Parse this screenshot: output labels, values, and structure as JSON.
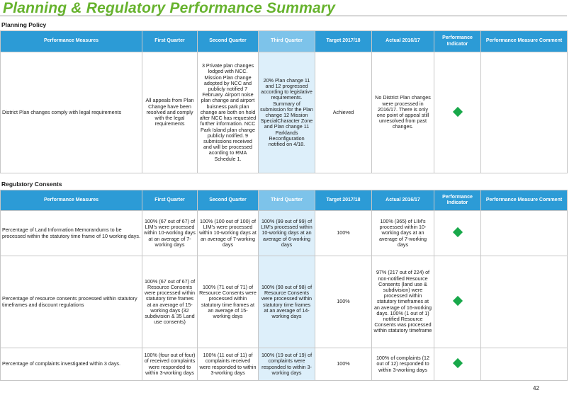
{
  "title": "Planning & Regulatory Performance Summary",
  "columns": [
    "Performance Measures",
    "First Quarter",
    "Second Quarter",
    "Third Quarter",
    "Target 2017/18",
    "Actual 2016/17",
    "Performance Indicator",
    "Performance Measure Comment"
  ],
  "planning": {
    "heading": "Planning Policy",
    "row": {
      "measure": "District Plan changes comply with legal requirements",
      "q1": "All appeals from Plan Change have been resolved and comply with the legal requirements",
      "q2": "3 Private plan changes lodged with NCC. Mission Plan change adopted by NCC and publicly notified 7 February. Airport noise plan change and airport buisness park plan change are both on hold after NCC has requested further information. NCC Park Island plan change publicly notified. 9 submissions received and will be processed acording to RMA Schedule 1.",
      "q3": "20% Plan change 11 and 12 progressed according to legislative requirements. Summary of submission for the Plan change 12 Mission SpecialCharacter Zone and Plan change 11 Parklands Reconfiguration notified on 4/18.",
      "target": "Achieved",
      "actual": "No District Plan changes were processed in 2016/17. There is only one point of appeal still unresolved from past changes.",
      "indicator": "green-diamond-icon",
      "comment": ""
    }
  },
  "regulatory": {
    "heading": "Regulatory Consents",
    "rows": [
      {
        "measure": "Percentage of Land Information Memorandums to be processed within the statutory time frame of 10 working days.",
        "q1": "100% (67 out of 67) of LIM's were processed within 10-working days at an average of 7-working days",
        "q2": "100% (100 out of 100) of LIM's were processed within 10-working days at an average of 7-working days",
        "q3": "100% (99 out of 99) of LIM's processed within 10-working days at an average of 6-working days",
        "target": "100%",
        "actual": "100% (365) of LIM's processed within 10-working days at an average of 7-working days",
        "indicator": "green-diamond-icon",
        "comment": ""
      },
      {
        "measure": "Percentage of resource consents processed within statutory timeframes and discount regulations",
        "q1": "100% (67 out of 67) of Resource Consents were processed within statutory time frames at an average of 15-working days (32 subdivision & 35 Land use consents)",
        "q2": "100% (71 out of 71) of Resource Consents were processed within statutory time frames at an average of 15-working days",
        "q3": "100% (98 out of 98) of Resource Consents were processed within statutory time frames at an average of 14-working days",
        "target": "100%",
        "actual": "97% (217 out of 224) of non-notified Resource Consents (land use & subdivision) were processed within statutory timeframes at an average of 16-working days. 100% (1 out of 1) notified Resource Consents was processed within statutory timeframe",
        "indicator": "green-diamond-icon",
        "comment": ""
      },
      {
        "measure": "Percentage of complaints investigated within 3 days.",
        "q1": "100% (four out of four) of received complaints were responded to within 3-working days",
        "q2": "100% (11 out of 11) of complaints received were responded to within 3-working days",
        "q3": "100% (19 out of 19) of complaints were responded to within 3-working days",
        "target": "100%",
        "actual": "100% of complaints (12 out of 12) responded to within 3-working days",
        "indicator": "green-diamond-icon",
        "comment": ""
      }
    ]
  },
  "page_number": "42",
  "colors": {
    "title": "#67b32e",
    "header": "#2c9bd6",
    "header_q3": "#7dc3ea",
    "q3_cell": "#ddeffa",
    "indicator": "#18a84a"
  }
}
